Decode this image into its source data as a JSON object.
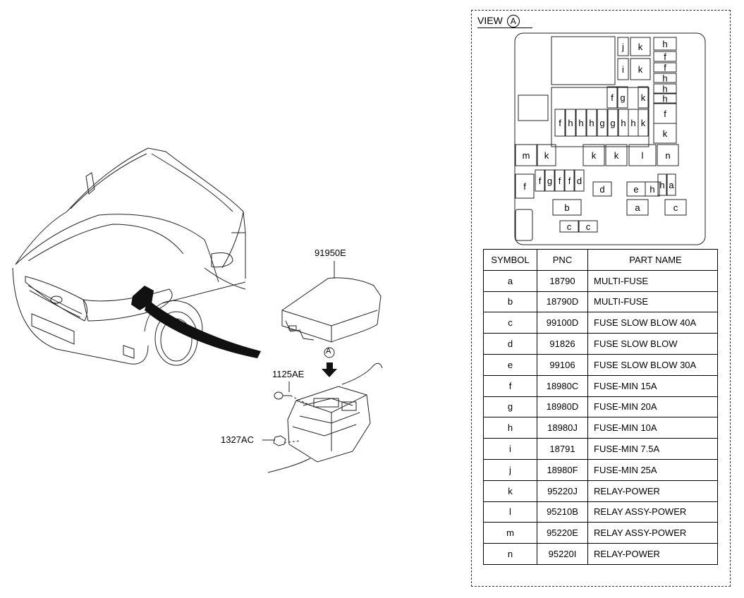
{
  "diagram": {
    "labels": {
      "cover_pnc": "91950E",
      "bolt_pnc": "1125AE",
      "nut_pnc": "1327AC",
      "view_marker": "A"
    },
    "view": {
      "word": "VIEW",
      "marker": "A"
    },
    "fuse_box_slots": [
      "j",
      "k",
      "i",
      "k",
      "h",
      "f",
      "f",
      "h",
      "h",
      "h",
      "f",
      "g",
      "k",
      "f",
      "f",
      "h",
      "h",
      "h",
      "g",
      "g",
      "h",
      "h",
      "k",
      "k",
      "m",
      "k",
      "k",
      "k",
      "l",
      "n",
      "f",
      "f",
      "g",
      "f",
      "f",
      "d",
      "d",
      "e",
      "h",
      "h",
      "a",
      "b",
      "a",
      "c",
      "c",
      "c"
    ],
    "table": {
      "headers": [
        "SYMBOL",
        "PNC",
        "PART NAME"
      ],
      "rows": [
        {
          "symbol": "a",
          "pnc": "18790",
          "name": "MULTI-FUSE"
        },
        {
          "symbol": "b",
          "pnc": "18790D",
          "name": "MULTI-FUSE"
        },
        {
          "symbol": "c",
          "pnc": "99100D",
          "name": "FUSE SLOW BLOW 40A"
        },
        {
          "symbol": "d",
          "pnc": "91826",
          "name": "FUSE SLOW BLOW"
        },
        {
          "symbol": "e",
          "pnc": "99106",
          "name": "FUSE SLOW BLOW 30A"
        },
        {
          "symbol": "f",
          "pnc": "18980C",
          "name": "FUSE-MIN 15A"
        },
        {
          "symbol": "g",
          "pnc": "18980D",
          "name": "FUSE-MIN 20A"
        },
        {
          "symbol": "h",
          "pnc": "18980J",
          "name": "FUSE-MIN 10A"
        },
        {
          "symbol": "i",
          "pnc": "18791",
          "name": "FUSE-MIN 7.5A"
        },
        {
          "symbol": "j",
          "pnc": "18980F",
          "name": "FUSE-MIN 25A"
        },
        {
          "symbol": "k",
          "pnc": "95220J",
          "name": "RELAY-POWER"
        },
        {
          "symbol": "l",
          "pnc": "95210B",
          "name": "RELAY ASSY-POWER"
        },
        {
          "symbol": "m",
          "pnc": "95220E",
          "name": "RELAY ASSY-POWER"
        },
        {
          "symbol": "n",
          "pnc": "95220I",
          "name": "RELAY-POWER"
        }
      ]
    }
  }
}
